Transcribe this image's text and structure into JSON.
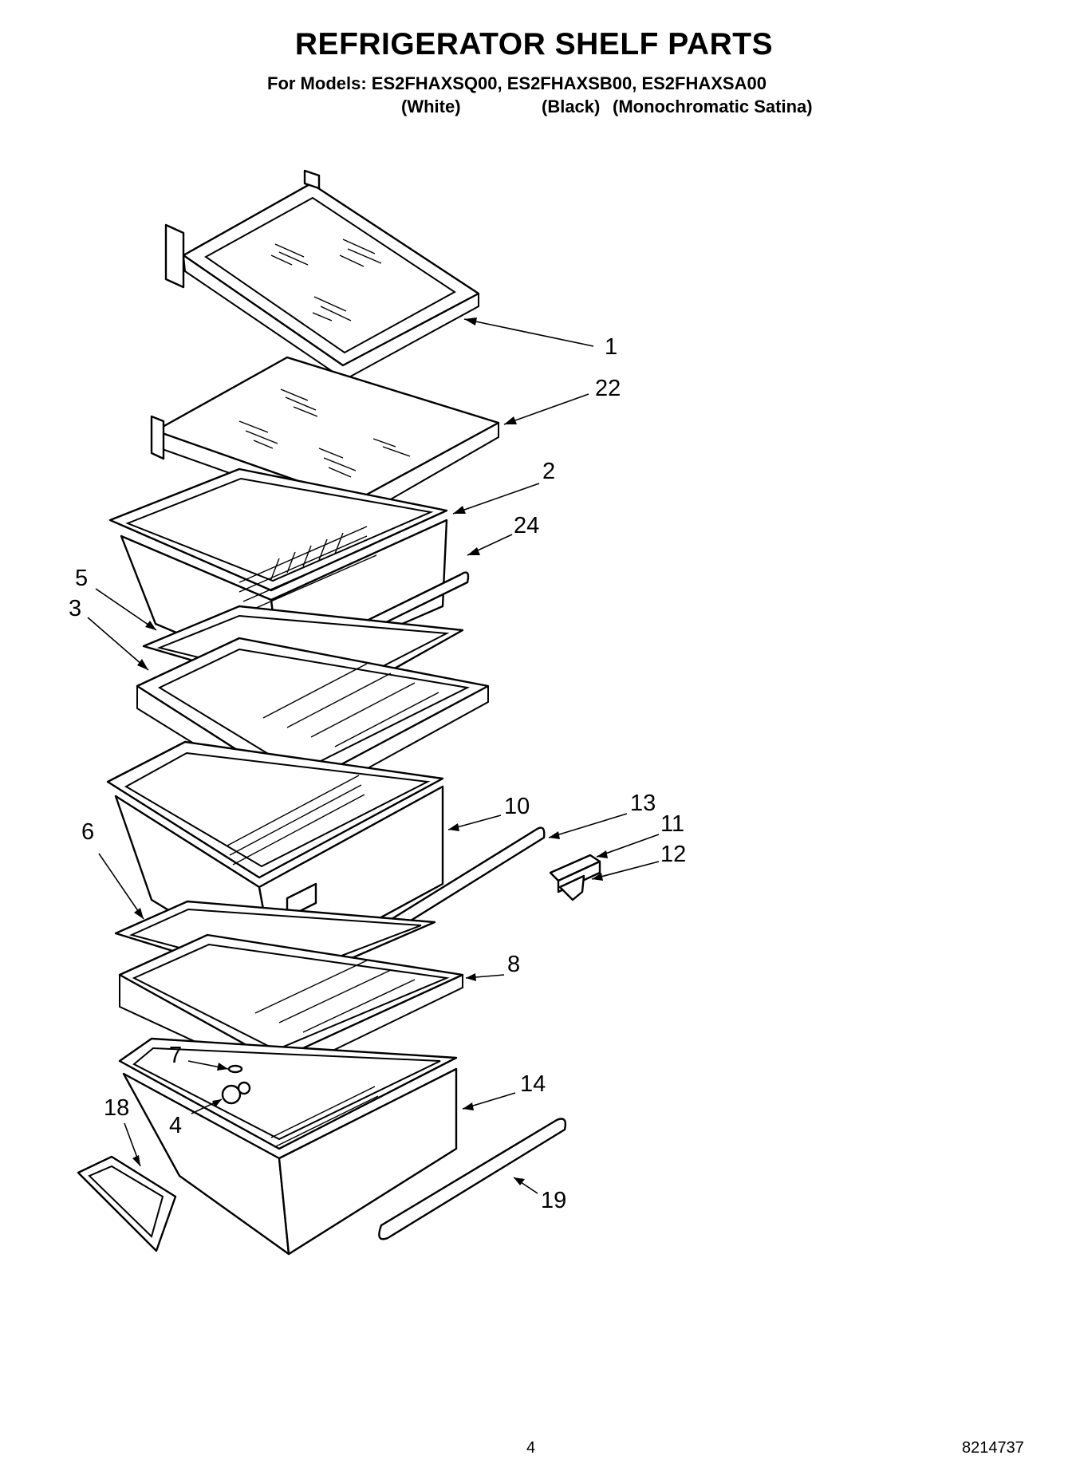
{
  "title": "REFRIGERATOR SHELF PARTS",
  "models_line": "For Models: ES2FHAXSQ00, ES2FHAXSB00, ES2FHAXSA00",
  "colors": {
    "white": "(White)",
    "black": "(Black)",
    "mono": "(Monochromatic Satina)"
  },
  "callouts": {
    "c1": "1",
    "c22": "22",
    "c2": "2",
    "c24": "24",
    "c5": "5",
    "c3": "3",
    "c10": "10",
    "c13": "13",
    "c11": "11",
    "c12": "12",
    "c6": "6",
    "c8": "8",
    "c7": "7",
    "c14": "14",
    "c18": "18",
    "c4": "4",
    "c19": "19"
  },
  "footer": {
    "page": "4",
    "doc_number": "8214737"
  }
}
